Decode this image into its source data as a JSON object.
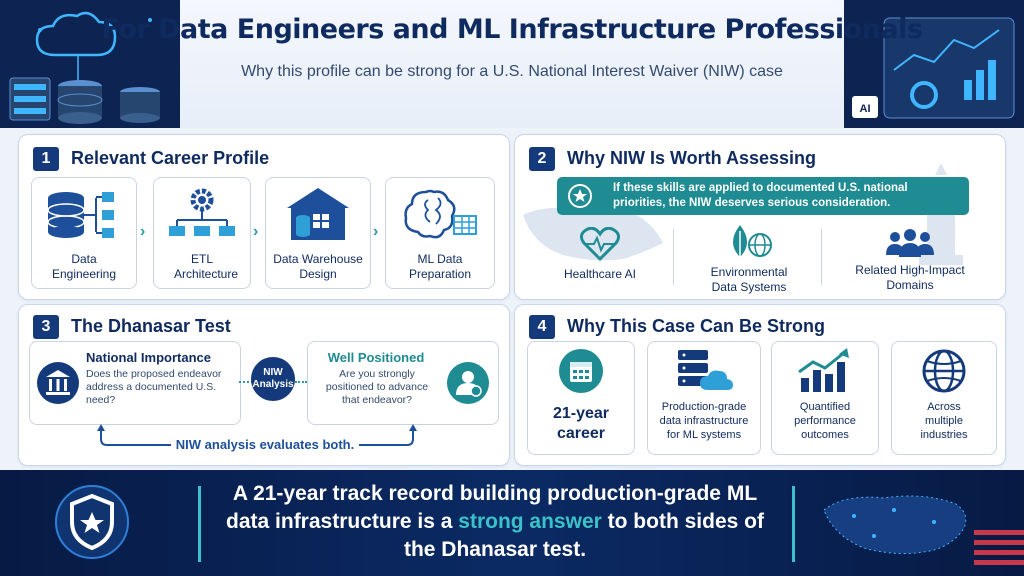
{
  "header": {
    "title": "For Data Engineers and ML Infrastructure Professionals",
    "subtitle": "Why this profile can be strong for a U.S. National Interest Waiver (NIW) case",
    "ai_badge": "AI"
  },
  "section1": {
    "number": "1",
    "title": "Relevant Career Profile",
    "items": [
      {
        "label": "Data Engineering",
        "icon": "database-icon"
      },
      {
        "label": "ETL Architecture",
        "icon": "etl-gear-icon"
      },
      {
        "label": "Data Warehouse Design",
        "icon": "warehouse-icon"
      },
      {
        "label": "ML Data Preparation",
        "icon": "brain-icon"
      }
    ]
  },
  "section2": {
    "number": "2",
    "title": "Why NIW Is Worth Assessing",
    "callout": "If these skills are applied to documented U.S. national priorities, the NIW deserves serious consideration.",
    "domains": [
      {
        "label": "Healthcare AI",
        "icon": "heartbeat-icon"
      },
      {
        "label": "Environmental Data Systems",
        "icon": "leaf-globe-icon"
      },
      {
        "label": "Related High-Impact Domains",
        "icon": "people-icon"
      }
    ]
  },
  "section3": {
    "number": "3",
    "title": "The Dhanasar Test",
    "left": {
      "title": "National Importance",
      "text": "Does the proposed endeavor address a documented U.S. need?"
    },
    "center": "NIW Analysis",
    "right": {
      "title": "Well Positioned",
      "text": "Are you strongly positioned to advance that endeavor?"
    },
    "footer": "NIW analysis evaluates both."
  },
  "section4": {
    "number": "4",
    "title": "Why This Case Can Be Strong",
    "items": [
      {
        "label": "21-year career",
        "icon": "calendar-icon"
      },
      {
        "label": "Production-grade data infrastructure for ML systems",
        "icon": "server-cloud-icon"
      },
      {
        "label": "Quantified performance outcomes",
        "icon": "growth-chart-icon"
      },
      {
        "label": "Across multiple industries",
        "icon": "globe-icon"
      }
    ]
  },
  "banner": {
    "text_before": "A 21-year track record building production-grade ML data infrastructure is a",
    "highlight": "strong answer",
    "text_after": "to both sides of the Dhanasar test."
  },
  "colors": {
    "navy": "#0f2a5e",
    "teal": "#1f8b92",
    "accent": "#39c2c9",
    "banner": "#0b2a64"
  }
}
